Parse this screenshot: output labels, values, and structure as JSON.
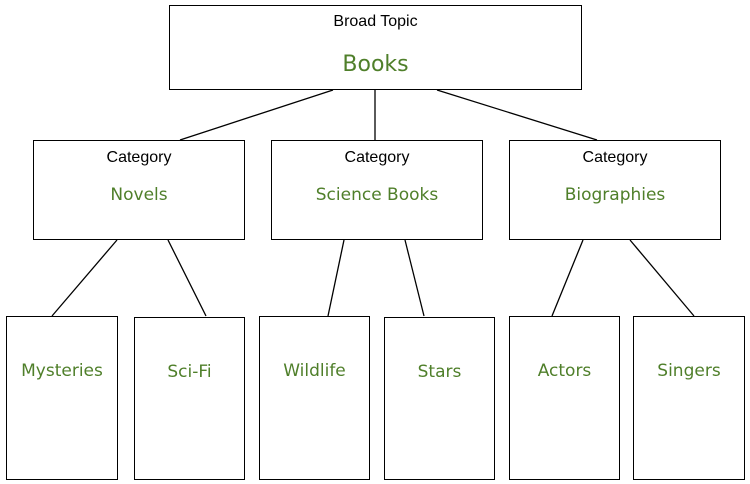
{
  "root": {
    "heading": "Broad Topic",
    "name": "Books"
  },
  "categories": [
    {
      "heading": "Category",
      "name": "Novels",
      "subtopics": [
        {
          "name": "Mysteries"
        },
        {
          "name": "Sci-Fi"
        }
      ]
    },
    {
      "heading": "Category",
      "name": "Science Books",
      "subtopics": [
        {
          "name": "Wildlife"
        },
        {
          "name": "Stars"
        }
      ]
    },
    {
      "heading": "Category",
      "name": "Biographies",
      "subtopics": [
        {
          "name": "Actors"
        },
        {
          "name": "Singers"
        }
      ]
    }
  ],
  "colors": {
    "accent_text": "#4f7f2a",
    "line": "#000000"
  }
}
